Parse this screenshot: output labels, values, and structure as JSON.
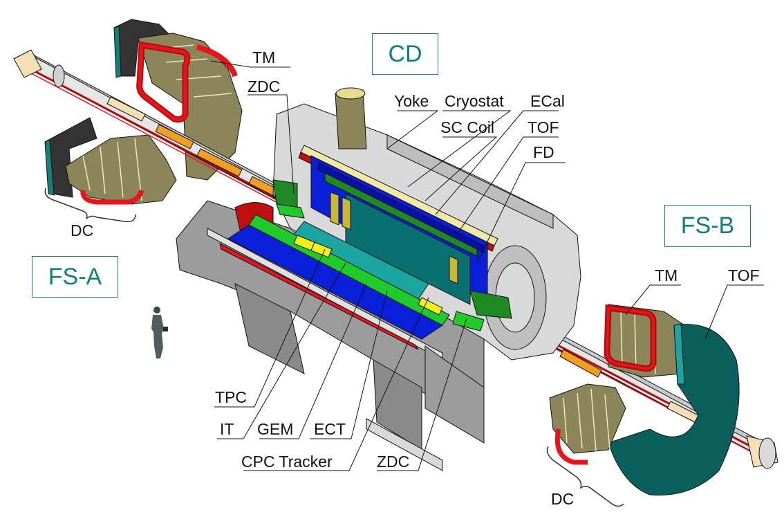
{
  "diagram": {
    "subject": "Detector layout cutaway",
    "colors": {
      "section_box": "#1a7f7f",
      "yoke_gray": "#9c9c9c",
      "light_gray": "#d9d9d9",
      "coil_red": "#e8141b",
      "dark_red": "#b00d0d",
      "olive": "#8c8559",
      "teal_disk": "#0a5f5c",
      "blue": "#0a1fd8",
      "green": "#1ecb2a",
      "dark_green": "#1f8a24",
      "cyan": "#1aa5a0",
      "yellow": "#f5f01a",
      "orange": "#f0a020",
      "beige": "#f5dfb5"
    },
    "sections": [
      {
        "id": "cd",
        "label": "CD"
      },
      {
        "id": "fs-a",
        "label": "FS-A"
      },
      {
        "id": "fs-b",
        "label": "FS-B"
      }
    ],
    "labels": {
      "tm_left": "TM",
      "zdc_top": "ZDC",
      "yoke": "Yoke",
      "cryostat": "Cryostat",
      "ecal": "ECal",
      "sc_coil": "SC Coil",
      "tof_top": "TOF",
      "fd": "FD",
      "dc_left": "DC",
      "tm_right": "TM",
      "tof_right": "TOF",
      "tpc": "TPC",
      "it": "IT",
      "gem": "GEM",
      "ect": "ECT",
      "cpc_tracker": "CPC Tracker",
      "zdc_bottom": "ZDC",
      "dc_right": "DC"
    },
    "scale_figure": "person-silhouette"
  }
}
